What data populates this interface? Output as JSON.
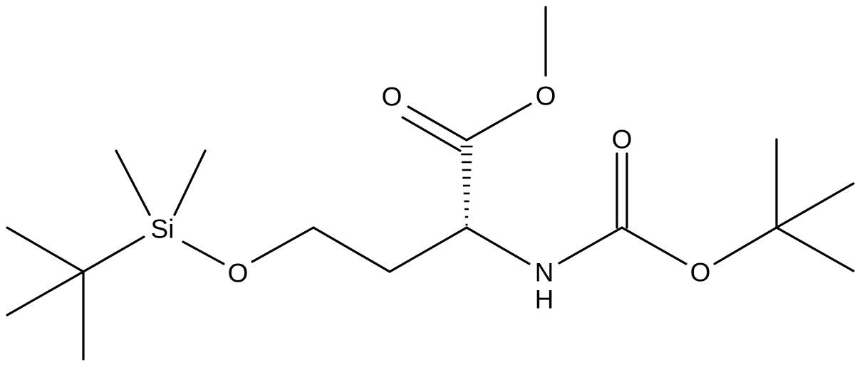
{
  "molecule": {
    "atoms": {
      "si": "Si",
      "o_silyl_ether": "O",
      "o_carbonyl_ester": "O",
      "o_methoxy": "O",
      "n_amide": "N",
      "h_amide": "H",
      "o_carbonyl_boc": "O",
      "o_boc_ester": "O"
    }
  }
}
